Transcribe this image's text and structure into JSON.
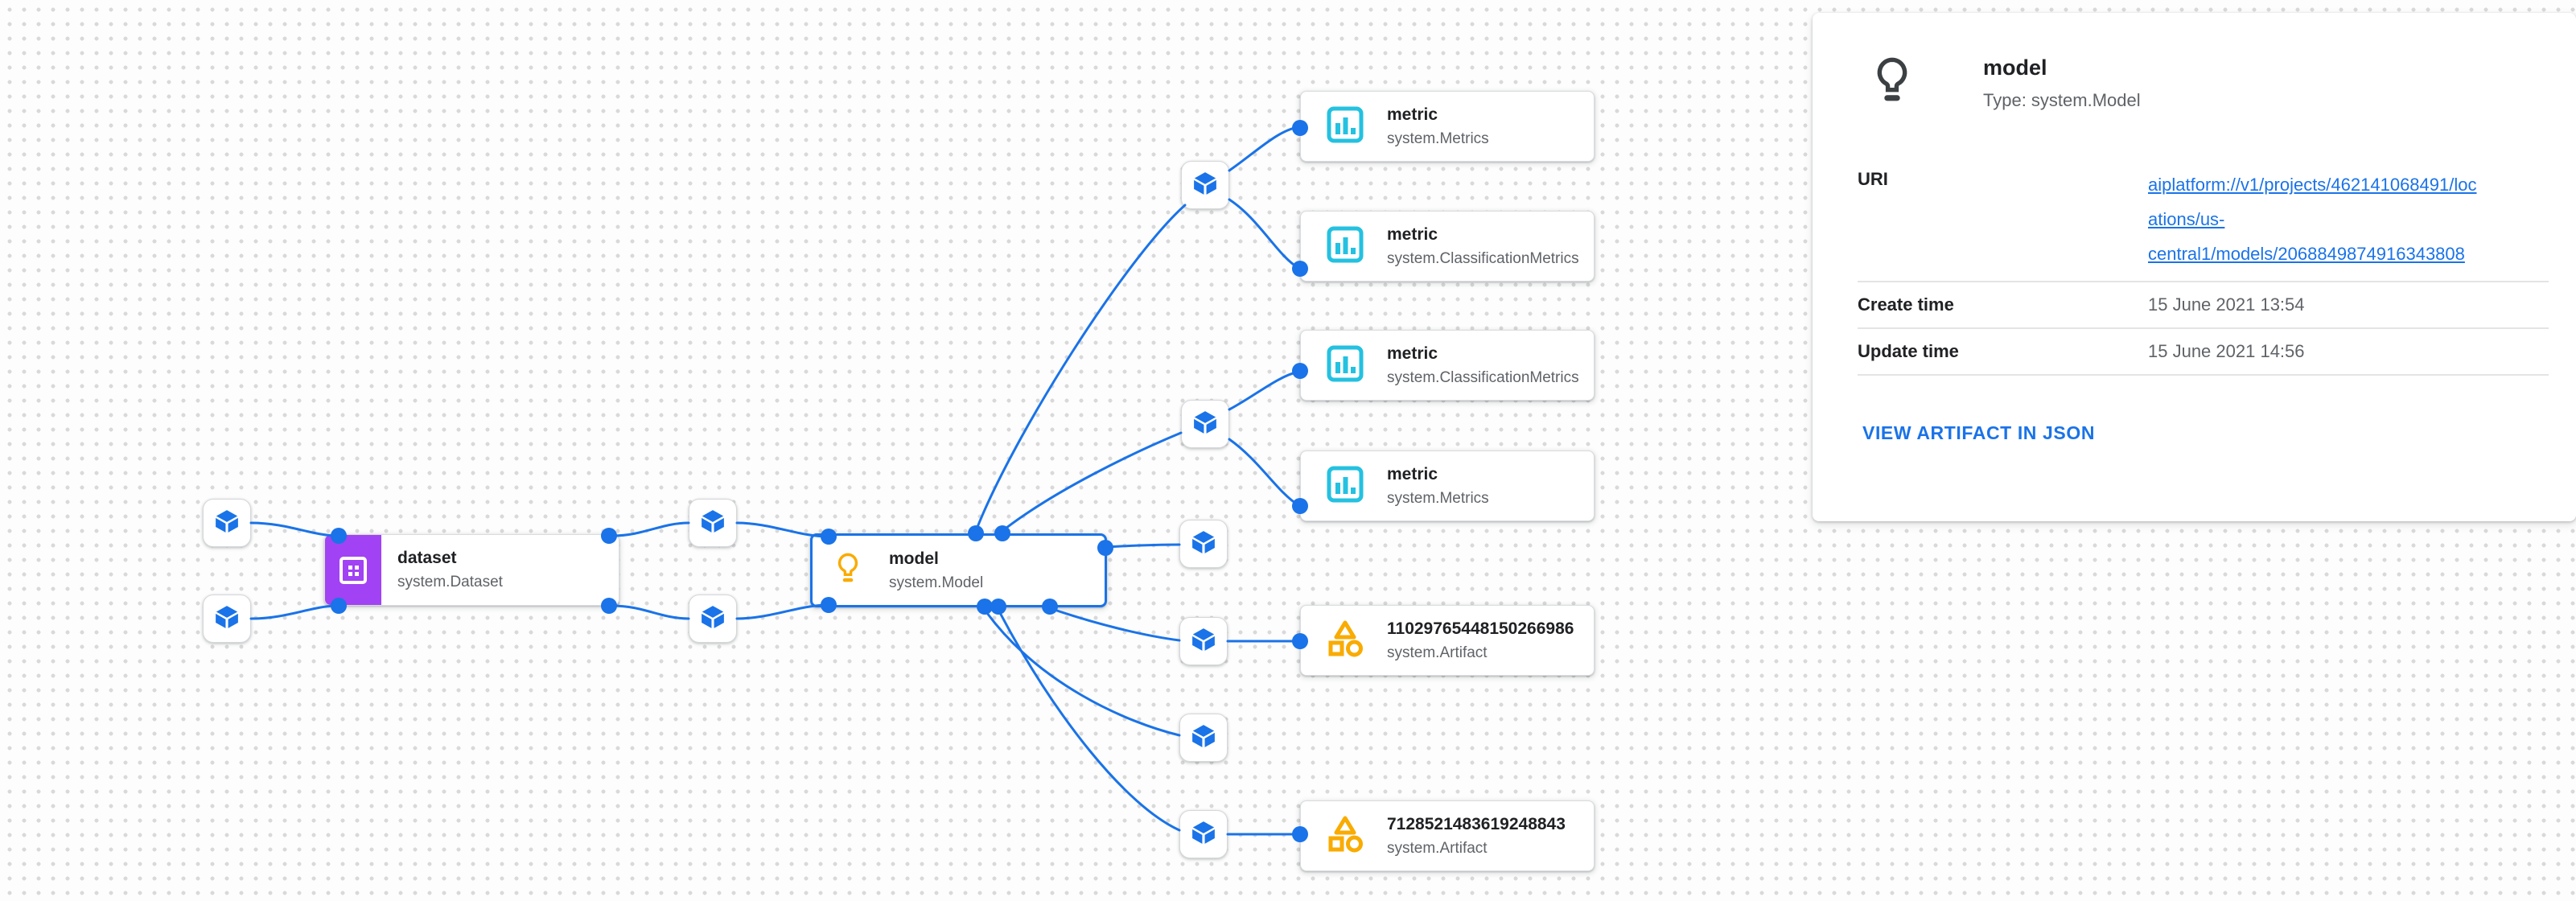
{
  "graph": {
    "cards": [
      {
        "title": "dataset",
        "subtitle": "system.Dataset",
        "kind": "dataset"
      },
      {
        "title": "model",
        "subtitle": "system.Model",
        "kind": "model",
        "selected": true
      },
      {
        "title": "metric",
        "subtitle": "system.Metrics",
        "kind": "metric"
      },
      {
        "title": "metric",
        "subtitle": "system.ClassificationMetrics",
        "kind": "metric"
      },
      {
        "title": "metric",
        "subtitle": "system.ClassificationMetrics",
        "kind": "metric"
      },
      {
        "title": "metric",
        "subtitle": "system.Metrics",
        "kind": "metric"
      },
      {
        "title": "11029765448150266986",
        "subtitle": "system.Artifact",
        "kind": "artifact"
      },
      {
        "title": "7128521483619248843",
        "subtitle": "system.Artifact",
        "kind": "artifact"
      }
    ],
    "execution_node_count": 10,
    "icons": {
      "dataset": "dataset-grid-icon",
      "model": "lightbulb-icon",
      "metric": "bar-chart-icon",
      "artifact": "shapes-icon",
      "execution": "cube-icon"
    }
  },
  "panel": {
    "title": "model",
    "type_line": "Type: system.Model",
    "fields": [
      {
        "label": "URI",
        "value": "aiplatform://v1/projects/462141068491/locations/us-central1/models/2068849874916343808"
      },
      {
        "label": "Create time",
        "value": "15 June 2021 13:54"
      },
      {
        "label": "Update time",
        "value": "15 June 2021 14:56"
      }
    ],
    "action_link": "VIEW ARTIFACT IN JSON"
  },
  "colors": {
    "edge_blue": "#1a73e8",
    "dataset_purple": "#a142f4",
    "metric_teal": "#24c1e0",
    "artifact_amber": "#f9ab00",
    "selected_border": "#1a73e8",
    "panel_icon_dark": "#3c4043"
  }
}
